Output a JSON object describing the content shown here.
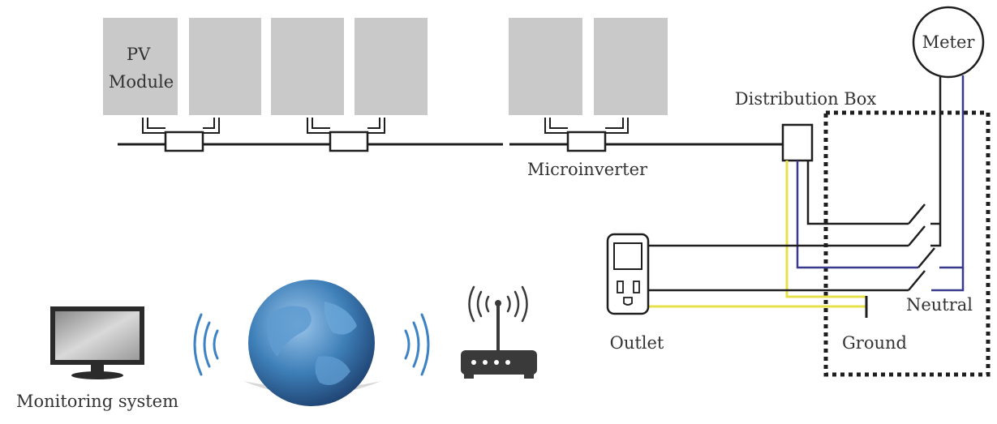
{
  "labels": {
    "pv_module": [
      "PV",
      "Module"
    ],
    "microinverter": "Microinverter",
    "distribution_box": "Distribution Box",
    "meter": "Meter",
    "outlet": "Outlet",
    "neutral": "Neutral",
    "ground": "Ground",
    "monitoring_system": "Monitoring system"
  },
  "colors": {
    "panel": "#c9c9c9",
    "wire": "#1e1e1e",
    "neutral_wire": "#3a3a8c",
    "ground_wire": "#e8e04a",
    "wifi": "#3d82c4",
    "globe": "#3e7fb8",
    "monitor_frame": "#2b2b2b",
    "router": "#3a3a3a"
  },
  "icons": [
    "pv-panel-icon",
    "microinverter-icon",
    "distribution-box-icon",
    "meter-icon",
    "outlet-icon",
    "switch-icon",
    "monitor-icon",
    "globe-icon",
    "wifi-signal-icon",
    "router-icon"
  ]
}
